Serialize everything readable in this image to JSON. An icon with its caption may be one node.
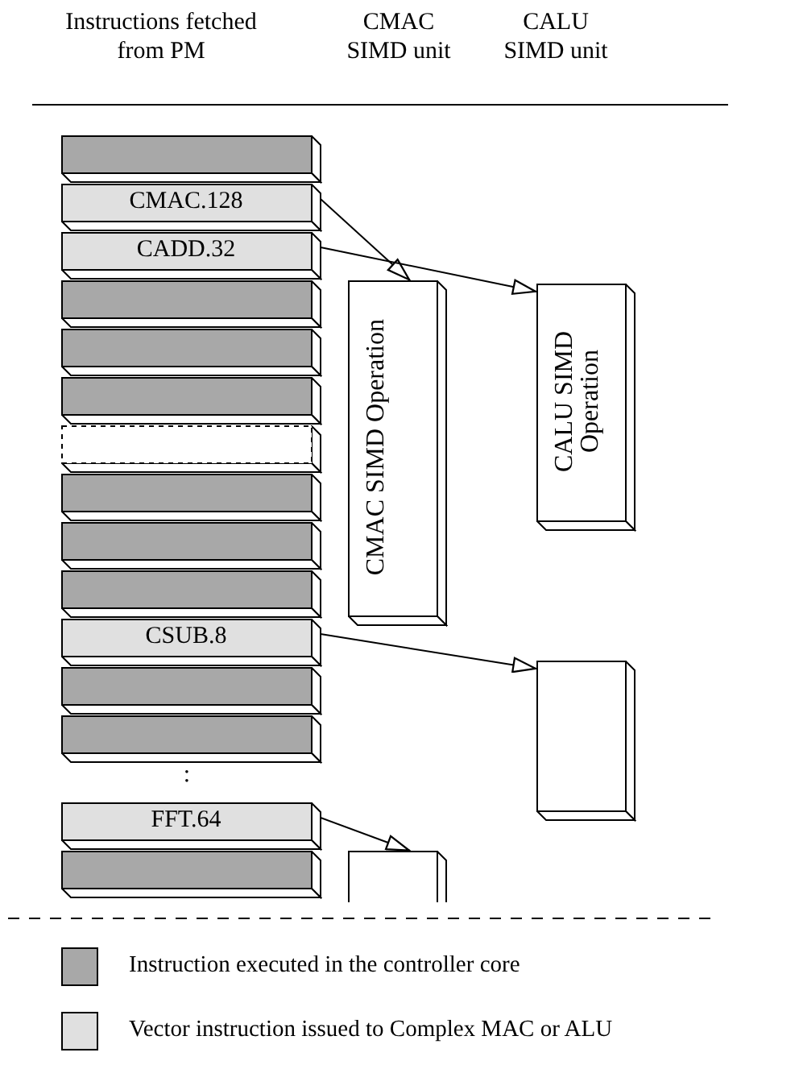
{
  "diagram": {
    "nodes": [
      {
        "text": [],
        "shape": "box"
      },
      {
        "text": [
          "CMAC.128"
        ]
      },
      {
        "text": [
          "CADD.32"
        ]
      },
      {
        "text": [],
        "shape": "box"
      },
      {
        "text": [],
        "shape": "box"
      },
      {
        "text": [],
        "shape": "box"
      },
      {
        "text": [],
        "shape": "box"
      },
      {
        "text": [],
        "shape": "box"
      },
      {
        "text": [],
        "shape": "box"
      },
      {
        "text": [],
        "shape": "box"
      },
      {
        "text": [
          "CSUB.8"
        ]
      },
      {
        "text": [],
        "shape": "box"
      },
      {
        "text": [],
        "shape": "box"
      },
      {
        "text": [
          "FFT.64"
        ]
      },
      {
        "text": [],
        "shape": "box"
      },
      {
        "text": [
          "CMAC SIMD Operation"
        ]
      },
      {
        "text": [
          "CALU SIMD Operation"
        ]
      },
      {
        "text": [],
        "shape": "box"
      },
      {
        "text": [],
        "shape": "box"
      }
    ],
    "edges": [
      {
        "from": 1,
        "to": 15,
        "arrow": "to"
      },
      {
        "from": 2,
        "to": 16,
        "arrow": "to"
      },
      {
        "from": 10,
        "to": 17,
        "arrow": "to"
      },
      {
        "from": 13,
        "to": 18,
        "arrow": "to"
      }
    ],
    "labels": [
      "Instructions fetched from PM",
      "CMAC SIMD unit",
      "CALU SIMD unit",
      ":"
    ],
    "legend": [
      {
        "text": "Instruction executed in the controller core",
        "color": "#a8a8a8"
      },
      {
        "text": "Vector instruction issued to Complex MAC or ALU",
        "color": "#e0e0e0"
      }
    ]
  }
}
